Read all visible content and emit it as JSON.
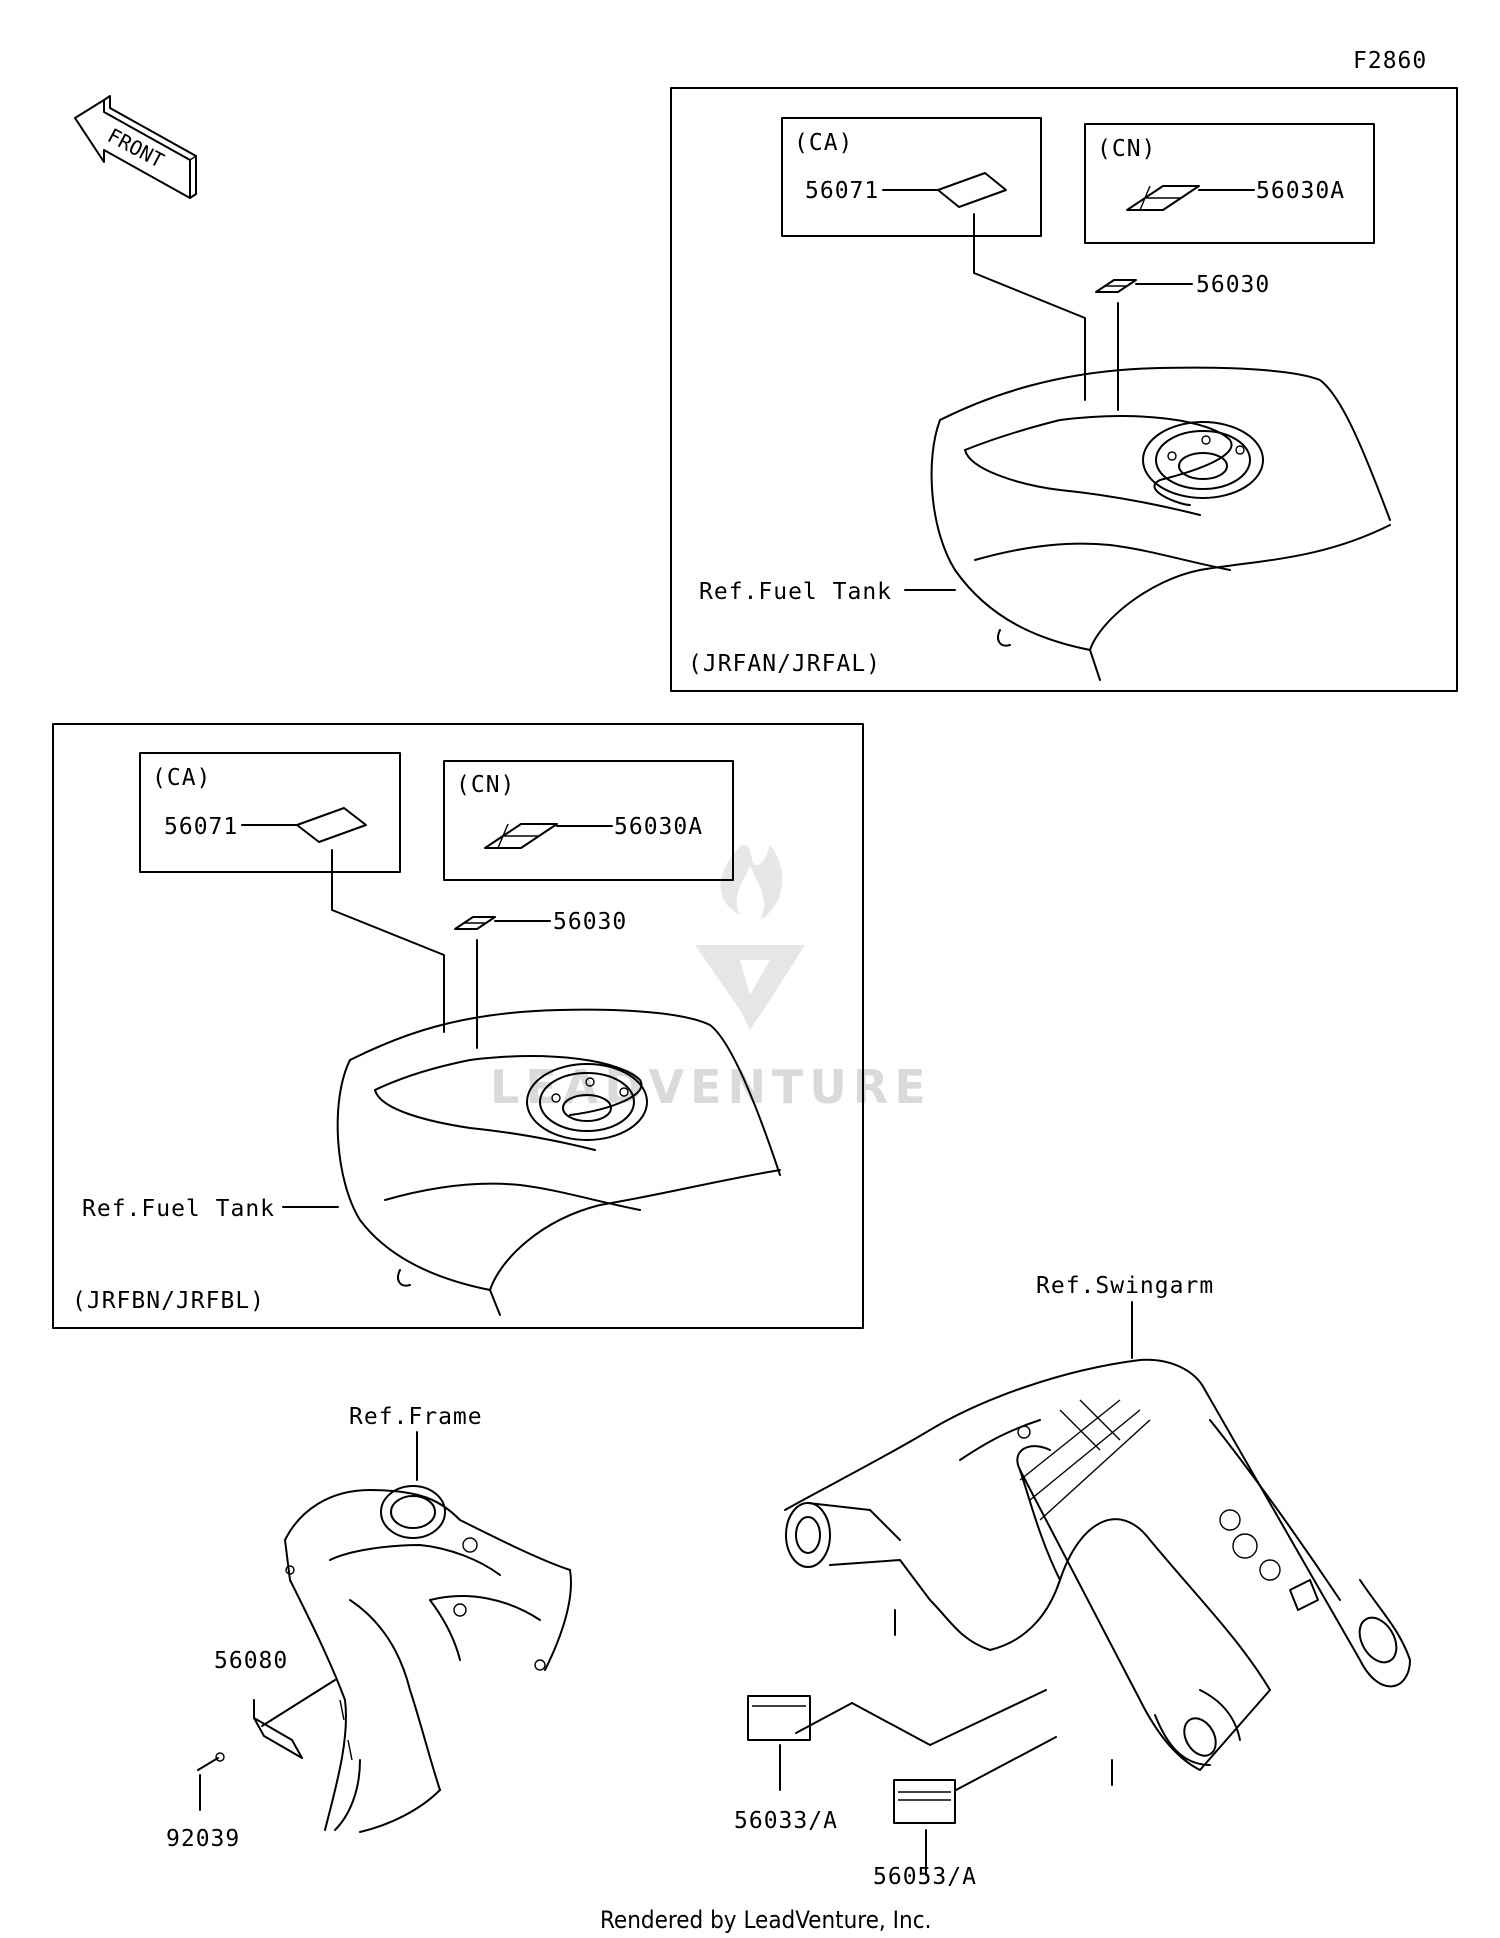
{
  "diagram_id": "F2860",
  "front_label": "FRONT",
  "panel_top": {
    "variant": "(JRFAN/JRFAL)",
    "ca_tag": "(CA)",
    "cn_tag": "(CN)",
    "part_ca": "56071",
    "part_cn": "56030A",
    "part_std": "56030",
    "ref": "Ref.Fuel Tank"
  },
  "panel_mid": {
    "variant": "(JRFBN/JRFBL)",
    "ca_tag": "(CA)",
    "cn_tag": "(CN)",
    "part_ca": "56071",
    "part_cn": "56030A",
    "part_std": "56030",
    "ref": "Ref.Fuel Tank"
  },
  "frame": {
    "ref": "Ref.Frame",
    "part_plate": "56080",
    "part_rivet": "92039"
  },
  "swingarm": {
    "ref": "Ref.Swingarm",
    "part_a": "56033/A",
    "part_b": "56053/A"
  },
  "watermark": "LEADVENTURE",
  "footer": "Rendered by LeadVenture, Inc."
}
